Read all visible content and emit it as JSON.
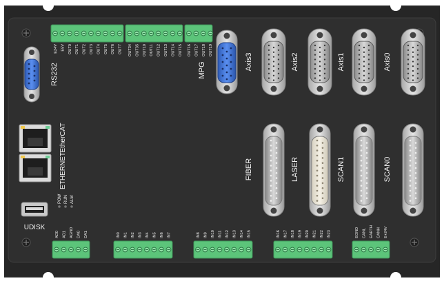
{
  "labels": {
    "rs232": "RS232",
    "ethercat": "EtherCAT",
    "ethernet": "ETHERNET",
    "udisk": "UDISK",
    "axis3": "Axis3",
    "axis2": "Axis2",
    "axis1": "Axis1",
    "axis0": "Axis0",
    "fiber": "FIBER",
    "laser": "LASER",
    "scan1": "SCAN1",
    "scan0": "SCAN0",
    "mpg": "MPG"
  },
  "top_terminal_labels": {
    "block1": [
      "E24V",
      "E5V",
      "OUT0",
      "OUT1",
      "OUT2",
      "OUT3",
      "OUT4",
      "OUT5",
      "OUT6",
      "OUT7"
    ],
    "block2": [
      "OUT34",
      "OUT35",
      "OUT10",
      "OUT11",
      "OUT12",
      "OUT13",
      "OUT14",
      "OUT15"
    ],
    "block3": [
      "OUT16",
      "OUT17",
      "OUT18",
      "OUT19"
    ]
  },
  "bottom_terminal_labels": {
    "block1": [
      "AD0",
      "AD1",
      "AGND",
      "DA0",
      "DA1"
    ],
    "block2": [
      "IN0",
      "IN1",
      "IN2",
      "IN3",
      "IN4",
      "IN5",
      "IN6",
      "IN7"
    ],
    "block3": [
      "IN8",
      "IN9",
      "IN10",
      "IN11",
      "IN12",
      "IN13",
      "IN14",
      "IN15"
    ],
    "block4": [
      "IN16",
      "IN17",
      "IN18",
      "IN19",
      "IN20",
      "IN21",
      "IN22",
      "IN23"
    ],
    "block5": [
      "EGND",
      "CANL",
      "EARTH",
      "CANH",
      "E+24V"
    ]
  },
  "leds": [
    "POW",
    "RUN",
    "ALM"
  ],
  "colors": {
    "panel": "#2d2d2d",
    "terminal_green": "#5cc47a",
    "db9_blue": "#3a6fd1",
    "db_gray": "#cfcfcf",
    "label_white": "#f2f2f2"
  }
}
